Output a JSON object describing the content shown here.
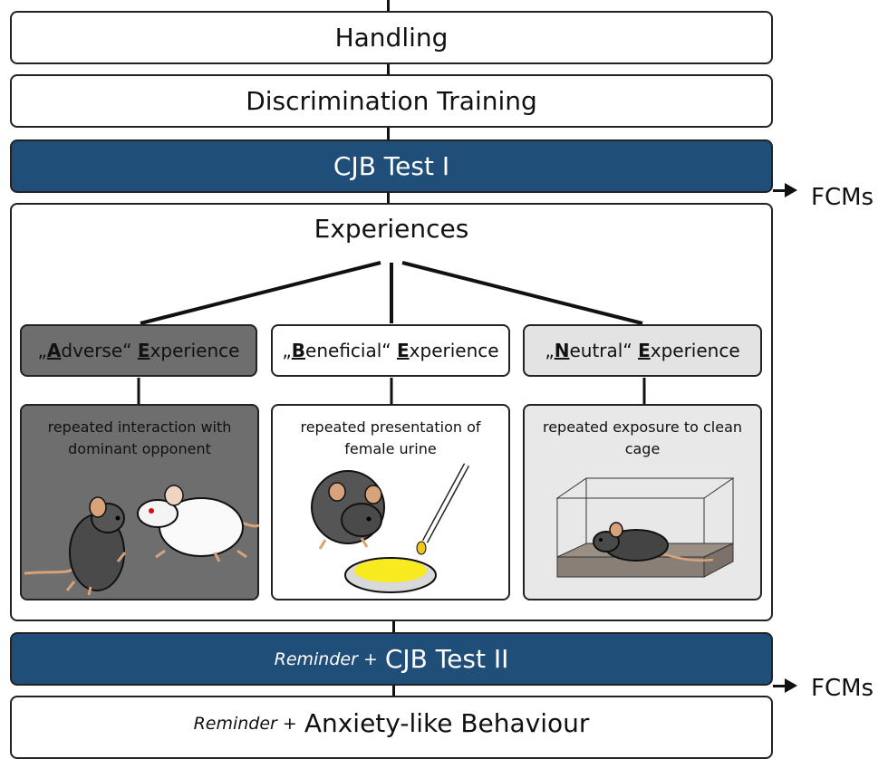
{
  "stages": {
    "handling": "Handling",
    "discrimination": "Discrimination Training",
    "cjb1": "CJB Test I",
    "experiences": "Experiences",
    "cjb2_prefix": "Reminder +",
    "cjb2": "CJB Test II",
    "anxiety_prefix": "Reminder +",
    "anxiety": "Anxiety-like Behaviour"
  },
  "fcms": [
    "FCMs",
    "FCMs"
  ],
  "experiences": [
    {
      "quote_open": "„",
      "initial": "A",
      "rest": "dverse“",
      "exp_initial": "E",
      "exp_rest": "xperience",
      "description": "repeated interaction with dominant opponent"
    },
    {
      "quote_open": "„",
      "initial": "B",
      "rest": "eneficial“",
      "exp_initial": "E",
      "exp_rest": "xperience",
      "description": "repeated presentation of female urine"
    },
    {
      "quote_open": "„",
      "initial": "N",
      "rest": "eutral“",
      "exp_initial": "E",
      "exp_rest": "xperience",
      "description": "repeated exposure to clean cage"
    }
  ],
  "colors": {
    "dark_blue": "#1f4e79",
    "adverse_gray": "#6e6e6e",
    "neutral_gray": "#e3e3e3",
    "urine_yellow": "#f7ea1e"
  }
}
